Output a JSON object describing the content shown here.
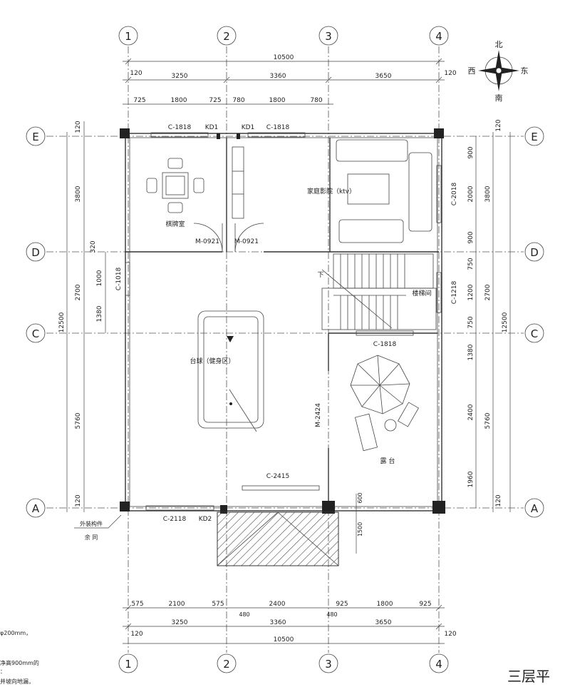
{
  "axes": {
    "cols": [
      "1",
      "2",
      "3",
      "4"
    ],
    "rows": [
      "E",
      "D",
      "C",
      "A"
    ]
  },
  "compass": {
    "north": "北",
    "south": "南",
    "east": "东",
    "west": "西"
  },
  "dims": {
    "top_total": "10500",
    "top_offset_l": "120",
    "top_offset_r": "120",
    "top_bays": [
      "3250",
      "3360",
      "3650"
    ],
    "top_detail": [
      "725",
      "1800",
      "725",
      "780",
      "1800",
      "780"
    ],
    "bottom_detail": [
      "575",
      "2100",
      "575",
      "2400",
      "925",
      "1800",
      "925"
    ],
    "bottom_480_a": "480",
    "bottom_480_b": "480",
    "bottom_bays": [
      "3250",
      "3360",
      "3650"
    ],
    "bottom_offset_l": "120",
    "bottom_offset_r": "120",
    "bottom_total": "10500",
    "left_total": "12500",
    "left_segments": [
      "120",
      "3800",
      "320",
      "2700",
      "5760",
      "120"
    ],
    "left_inner": [
      "1000",
      "1380"
    ],
    "right_total": "12500",
    "right_segments": [
      "120",
      "3800",
      "2700",
      "5760",
      "120"
    ],
    "right_inner": [
      "900",
      "2000",
      "900",
      "750",
      "1200",
      "750",
      "1380",
      "2400",
      "1960"
    ],
    "porch": [
      "600",
      "1500"
    ]
  },
  "labels": {
    "window_c1818_a": "C-1818",
    "window_c1818_b": "C-1818",
    "window_c1818_c": "C-1818",
    "kd1_a": "KD1",
    "kd1_b": "KD1",
    "kd2": "KD2",
    "door_m0921_a": "M-0921",
    "door_m0921_b": "M-0921",
    "window_c1018": "C-1018",
    "window_c2018": "C-2018",
    "window_c1218": "C-1218",
    "door_m2424": "M-2424",
    "window_c2415": "C-2415",
    "window_c2118": "C-2118",
    "room_chess": "棋牌室",
    "room_ktv": "家庭影院（ktv）",
    "room_stair": "楼梯间",
    "room_stair_down": "下",
    "room_billiards": "台球（健身区）",
    "room_terrace": "露 台",
    "external_1": "外装构件",
    "external_2": "余 同"
  },
  "notes": [
    "φ200mm，",
    "净高900mm的",
    "：",
    "并坡向地漏，"
  ],
  "title": "三层平"
}
